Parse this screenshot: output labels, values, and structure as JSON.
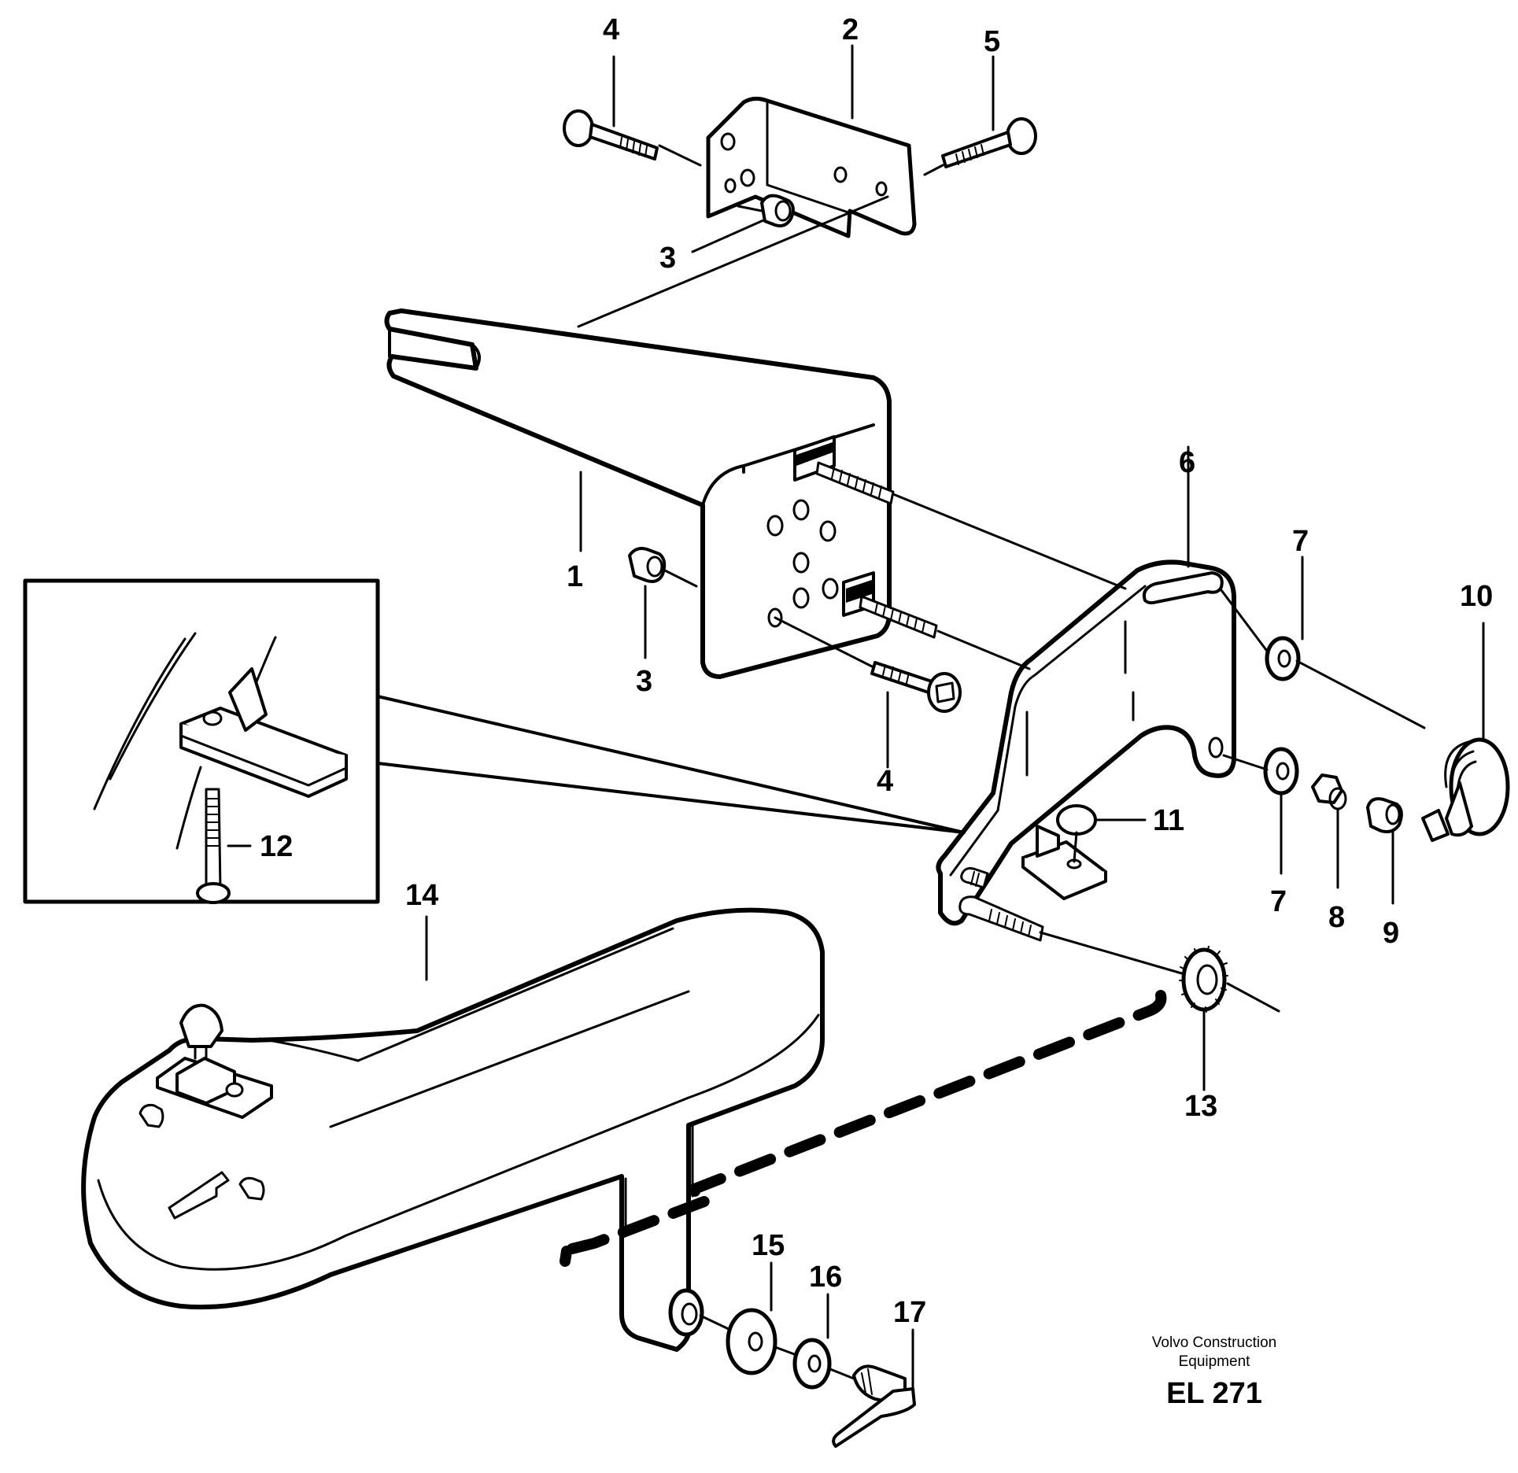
{
  "callouts": {
    "c1": "1",
    "c2": "2",
    "c3a": "3",
    "c3b": "3",
    "c4a": "4",
    "c4b": "4",
    "c5": "5",
    "c6": "6",
    "c7a": "7",
    "c7b": "7",
    "c8": "8",
    "c9": "9",
    "c10": "10",
    "c11": "11",
    "c12": "12",
    "c13": "13",
    "c14": "14",
    "c15": "15",
    "c16": "16",
    "c17": "17"
  },
  "footer": {
    "maker_line1": "Volvo Construction",
    "maker_line2": "Equipment",
    "drawing_code": "EL 271"
  }
}
